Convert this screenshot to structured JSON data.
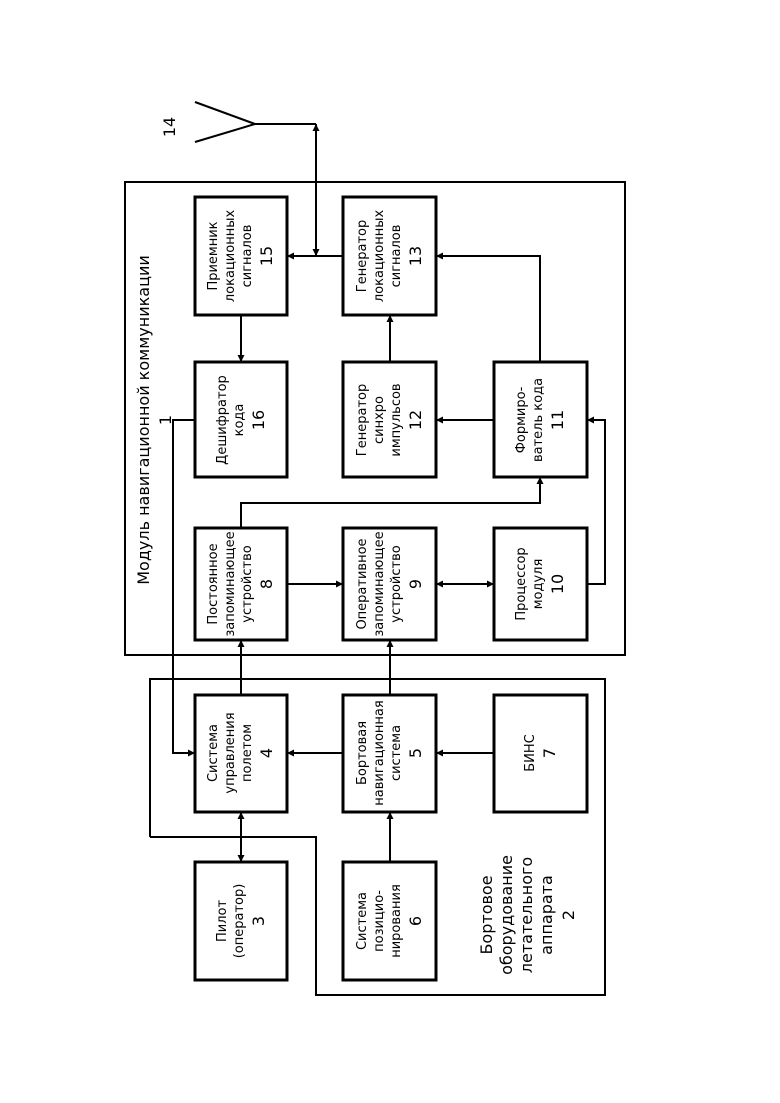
{
  "module": {
    "title": "Модуль навигационной коммуникации",
    "number": "1"
  },
  "equipment": {
    "lines": [
      "Бортовое",
      "оборудование",
      "летательного",
      "аппарата"
    ],
    "number": "2"
  },
  "antenna": {
    "number": "14"
  },
  "blocks": {
    "b3": {
      "lines": [
        "Пилот",
        "(оператор)"
      ],
      "number": "3"
    },
    "b4": {
      "lines": [
        "Система",
        "управления",
        "полетом"
      ],
      "number": "4"
    },
    "b5": {
      "lines": [
        "Бортовая",
        "навигационная",
        "система"
      ],
      "number": "5"
    },
    "b6": {
      "lines": [
        "Система",
        "позицио-",
        "нирования"
      ],
      "number": "6"
    },
    "b7": {
      "lines": [
        "БИНС"
      ],
      "number": "7"
    },
    "b8": {
      "lines": [
        "Постоянное",
        "запоминающее",
        "устройство"
      ],
      "number": "8"
    },
    "b9": {
      "lines": [
        "Оперативное",
        "запоминающее",
        "устройство"
      ],
      "number": "9"
    },
    "b10": {
      "lines": [
        "Процессор",
        "модуля"
      ],
      "number": "10"
    },
    "b11": {
      "lines": [
        "Формиро-",
        "ватель кода"
      ],
      "number": "11"
    },
    "b12": {
      "lines": [
        "Генератор",
        "синхро",
        "импульсов"
      ],
      "number": "12"
    },
    "b13": {
      "lines": [
        "Генератор",
        "локационных",
        "сигналов"
      ],
      "number": "13"
    },
    "b15": {
      "lines": [
        "Приемник",
        "локационных",
        "сигналов"
      ],
      "number": "15"
    },
    "b16": {
      "lines": [
        "Дешифратор",
        "кода"
      ],
      "number": "16"
    }
  }
}
